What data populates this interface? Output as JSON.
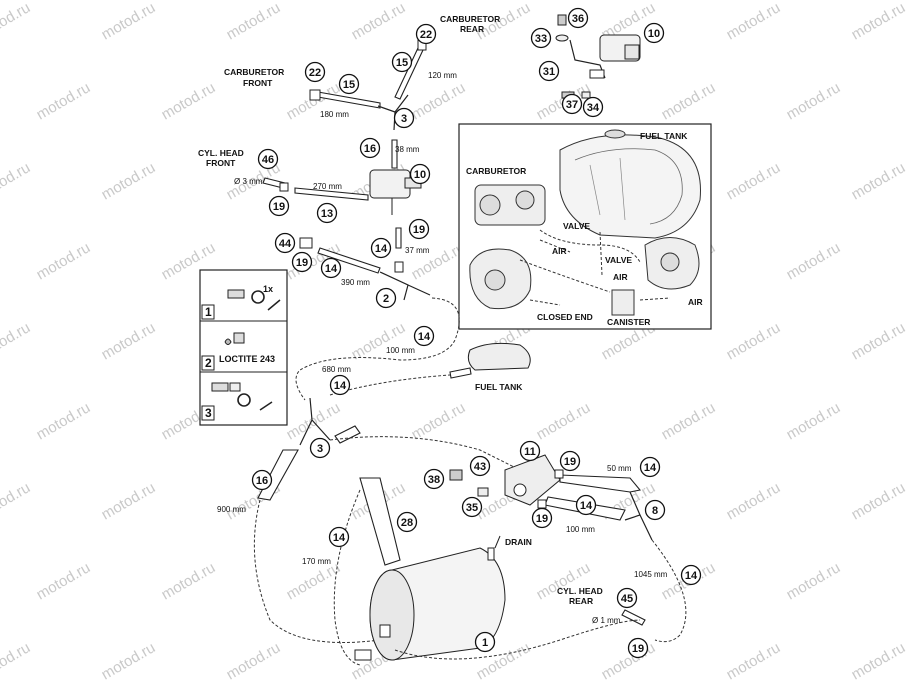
{
  "watermark": "motod.ru",
  "labels": {
    "carb_rear": [
      "CARBURETOR",
      "REAR"
    ],
    "carb_front": [
      "CARBURETOR",
      "FRONT"
    ],
    "cyl_head_front": [
      "CYL. HEAD",
      "FRONT"
    ],
    "cyl_head_rear": [
      "CYL. HEAD",
      "REAR"
    ],
    "fuel_tank_bottom": "FUEL TANK",
    "drain": "DRAIN",
    "loctite": "LOCTITE 243"
  },
  "inset": {
    "fuel_tank": "FUEL TANK",
    "carburetor": "CARBURETOR",
    "valve_left": "VALVE",
    "valve_right": "VALVE",
    "air_left": "AIR",
    "air_right": "AIR",
    "closed_end": "CLOSED END",
    "canister": "CANISTER"
  },
  "steps": [
    {
      "num": "1",
      "note": "1x"
    },
    {
      "num": "2",
      "note": ""
    },
    {
      "num": "3",
      "note": ""
    }
  ],
  "dimensions": {
    "d120": "120 mm",
    "d180": "180 mm",
    "d38": "38 mm",
    "d270": "270 mm",
    "dphi3": "Ø 3 mm",
    "d37": "37 mm",
    "d390": "390 mm",
    "d100a": "100 mm",
    "d680": "680 mm",
    "d900": "900 mm",
    "d170": "170 mm",
    "d50": "50 mm",
    "d100b": "100 mm",
    "d1045": "1045 mm",
    "dphi1": "Ø 1 mm"
  },
  "callouts": {
    "c22a": "22",
    "c36": "36",
    "c10a": "10",
    "c33": "33",
    "c15a": "15",
    "c31": "31",
    "c22b": "22",
    "c15b": "15",
    "c37": "37",
    "c34": "34",
    "c3a": "3",
    "c16a": "16",
    "c46": "46",
    "c10b": "10",
    "c19a": "19",
    "c13": "13",
    "c19b": "19",
    "c44": "44",
    "c14a": "14",
    "c19c": "19",
    "c14b": "14",
    "c2": "2",
    "c14c": "14",
    "c14d": "14",
    "c3b": "3",
    "c16b": "16",
    "c11": "11",
    "c38": "38",
    "c43": "43",
    "c19d": "19",
    "c14e": "14",
    "c35": "35",
    "c14f": "14",
    "c19e": "19",
    "c8": "8",
    "c28": "28",
    "c14g": "14",
    "c14h": "14",
    "c45": "45",
    "c1": "1",
    "c19f": "19"
  }
}
